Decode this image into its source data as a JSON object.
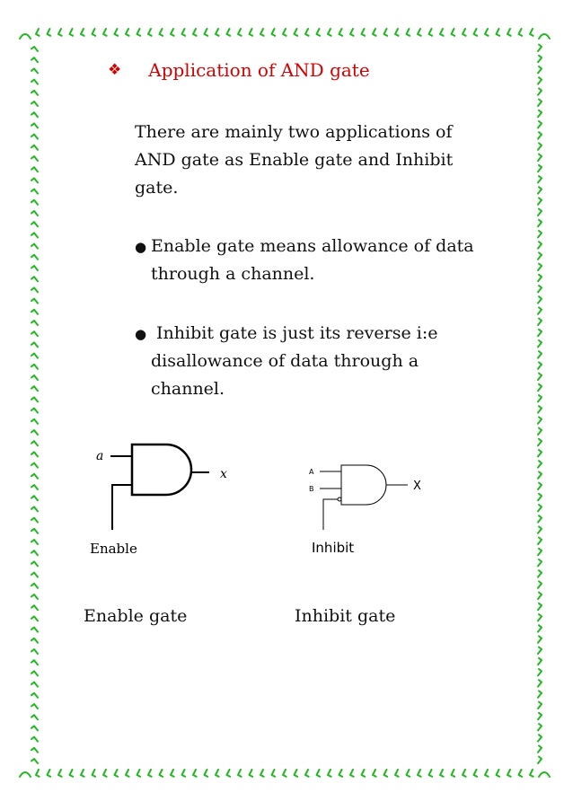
{
  "heading": {
    "bullet_icon": "diamond-bullet-icon",
    "title": "Application of AND gate",
    "color": "#d40000"
  },
  "intro": "There are mainly two applications of AND gate as Enable gate and Inhibit gate.",
  "bullets": [
    "Enable gate means allowance of data through a channel.",
    " Inhibit gate is just its reverse i:e disallowance of data through a channel."
  ],
  "figures": {
    "enable": {
      "input_label": "a",
      "output_label": "x",
      "control_label": "Enable",
      "caption": "Enable gate"
    },
    "inhibit": {
      "input_a": "A",
      "input_b": "B",
      "output_label": "X",
      "control_label": "Inhibit",
      "caption": "Inhibit gate"
    }
  },
  "border": {
    "color": "#22b822",
    "pattern": "tick-arrow-border"
  }
}
